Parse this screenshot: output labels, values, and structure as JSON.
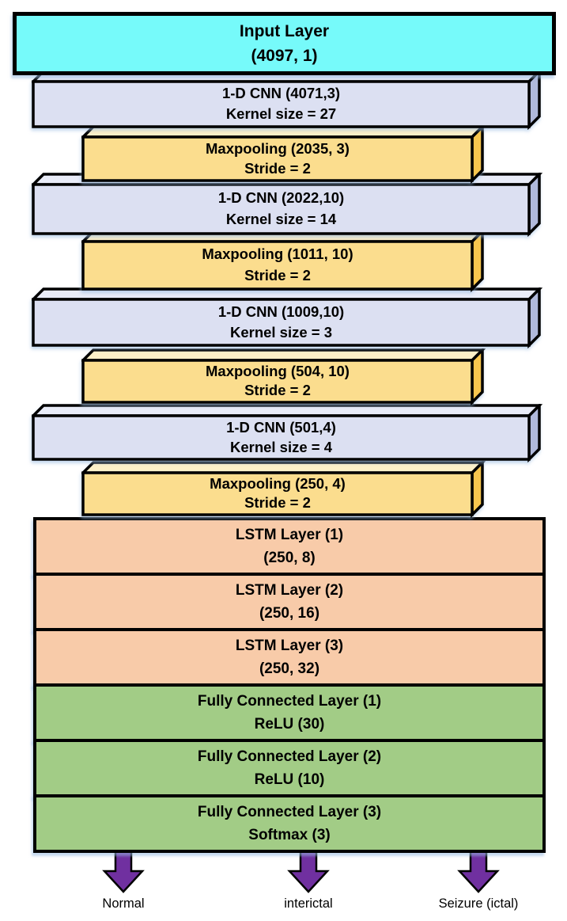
{
  "layers": [
    {
      "id": "input",
      "line1": "Input Layer",
      "line2": "(4097, 1)"
    },
    {
      "id": "cnn1",
      "line1": "1-D CNN (4071,3)",
      "line2": "Kernel size = 27"
    },
    {
      "id": "pool1",
      "line1": "Maxpooling (2035, 3)",
      "line2": "Stride = 2"
    },
    {
      "id": "cnn2",
      "line1": "1-D CNN (2022,10)",
      "line2": "Kernel size = 14"
    },
    {
      "id": "pool2",
      "line1": "Maxpooling (1011, 10)",
      "line2": "Stride = 2"
    },
    {
      "id": "cnn3",
      "line1": "1-D CNN (1009,10)",
      "line2": "Kernel size = 3"
    },
    {
      "id": "pool3",
      "line1": "Maxpooling (504, 10)",
      "line2": "Stride = 2"
    },
    {
      "id": "cnn4",
      "line1": "1-D CNN (501,4)",
      "line2": "Kernel size = 4"
    },
    {
      "id": "pool4",
      "line1": "Maxpooling (250, 4)",
      "line2": "Stride = 2"
    },
    {
      "id": "lstm1",
      "line1": "LSTM Layer (1)",
      "line2": "(250, 8)"
    },
    {
      "id": "lstm2",
      "line1": "LSTM Layer (2)",
      "line2": "(250, 16)"
    },
    {
      "id": "lstm3",
      "line1": "LSTM Layer (3)",
      "line2": "(250, 32)"
    },
    {
      "id": "fc1",
      "line1": "Fully Connected Layer (1)",
      "line2": "ReLU (30)"
    },
    {
      "id": "fc2",
      "line1": "Fully Connected Layer (2)",
      "line2": "ReLU (10)"
    },
    {
      "id": "fc3",
      "line1": "Fully Connected Layer (3)",
      "line2": "Softmax (3)"
    }
  ],
  "outputs": [
    {
      "label": "Normal"
    },
    {
      "label": "interictal"
    },
    {
      "label": "Seizure (ictal)"
    }
  ],
  "colors": {
    "input_fill": "#76FAFA",
    "cnn_front": "#DCE0F2",
    "cnn_top": "#E9ECF8",
    "cnn_side": "#B0B9DB",
    "pool_front": "#FBDD8E",
    "pool_top": "#FDF0C8",
    "pool_side": "#F8C64E",
    "lstm_fill": "#F8CBA9",
    "fc_fill": "#A2CC86",
    "arrow_fill": "#7030A0",
    "outline": "#000000"
  }
}
